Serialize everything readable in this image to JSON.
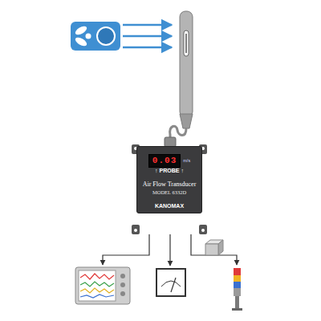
{
  "diagram": {
    "nodes": [
      {
        "text": [
          "↑ PROBE ↑",
          "Air Flow Transducer",
          "MODEL 6332D",
          "KANOMAX"
        ]
      },
      {
        "text": [
          "0.03",
          "m/s"
        ],
        "in": 0
      }
    ]
  }
}
